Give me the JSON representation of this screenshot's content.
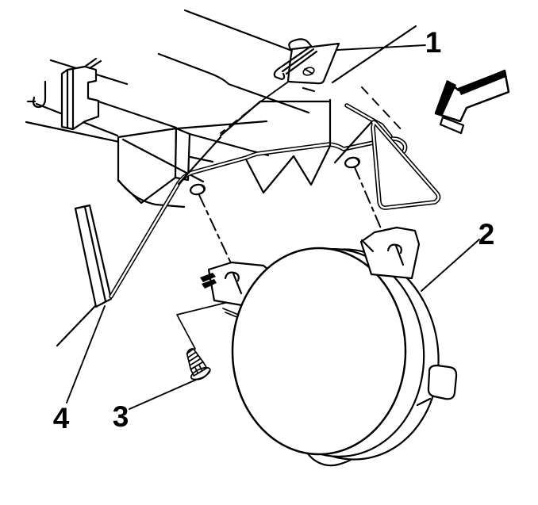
{
  "diagram": {
    "type": "exploded-parts-illustration",
    "colors": {
      "background": "#ffffff",
      "line": "#000000"
    },
    "icons": {
      "direction_arrow": "view-direction-arrow"
    },
    "callouts": [
      {
        "label": "1"
      },
      {
        "label": "2"
      },
      {
        "label": "3"
      },
      {
        "label": "4"
      }
    ]
  }
}
